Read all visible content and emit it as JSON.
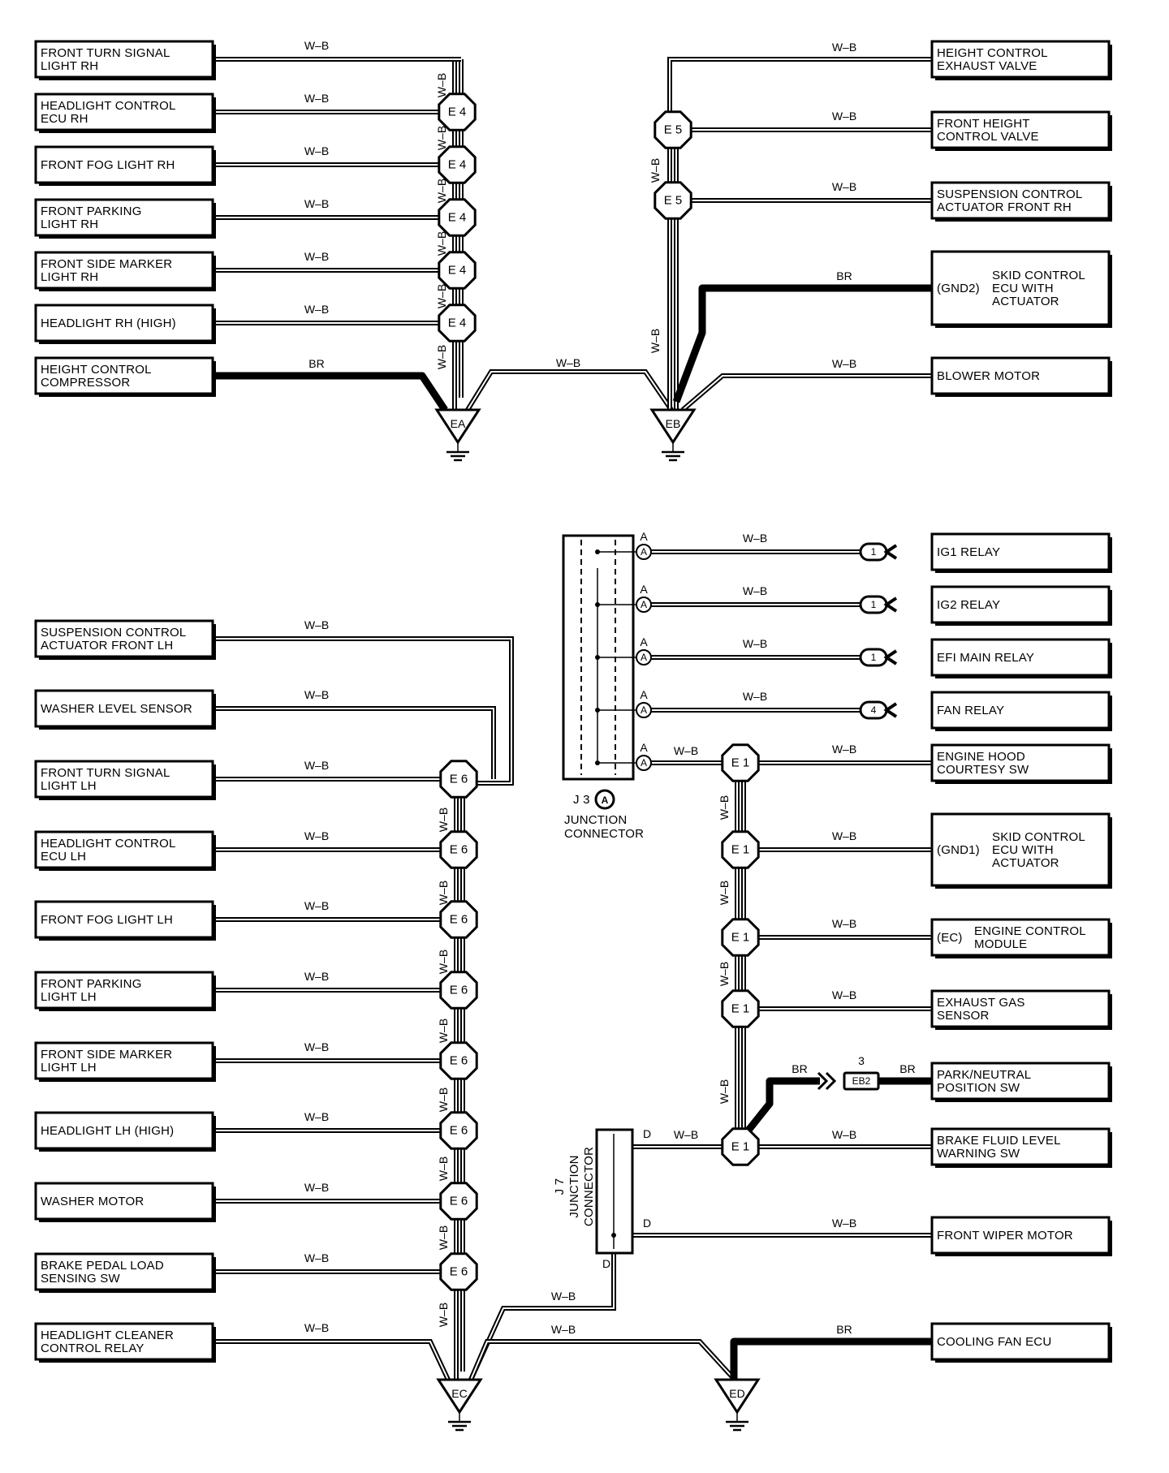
{
  "wire_color": "W–B",
  "wire_color_brown": "BR",
  "upper_left": {
    "components": [
      [
        "FRONT TURN SIGNAL",
        "LIGHT RH"
      ],
      [
        "HEADLIGHT CONTROL",
        "ECU RH"
      ],
      [
        "FRONT FOG LIGHT RH"
      ],
      [
        "FRONT PARKING",
        "LIGHT RH"
      ],
      [
        "FRONT SIDE MARKER",
        "LIGHT RH"
      ],
      [
        "HEADLIGHT RH (HIGH)"
      ],
      [
        "HEIGHT CONTROL",
        "COMPRESSOR"
      ]
    ],
    "splice": "E 4",
    "ground": "EA"
  },
  "upper_right": {
    "components": [
      [
        "HEIGHT CONTROL",
        "EXHAUST VALVE"
      ],
      [
        "FRONT HEIGHT",
        "CONTROL VALVE"
      ],
      [
        "SUSPENSION CONTROL",
        "ACTUATOR FRONT RH"
      ],
      [
        "SKID CONTROL",
        "ECU WITH",
        "ACTUATOR"
      ],
      [
        "BLOWER MOTOR"
      ]
    ],
    "skid_pin": "(GND2)",
    "splice": "E 5",
    "ground": "EB"
  },
  "lower_left": {
    "components": [
      [
        "SUSPENSION CONTROL",
        "ACTUATOR FRONT LH"
      ],
      [
        "WASHER LEVEL SENSOR"
      ],
      [
        "FRONT TURN SIGNAL",
        "LIGHT LH"
      ],
      [
        "HEADLIGHT CONTROL",
        "ECU LH"
      ],
      [
        "FRONT FOG LIGHT LH"
      ],
      [
        "FRONT PARKING",
        "LIGHT LH"
      ],
      [
        "FRONT SIDE MARKER",
        "LIGHT LH"
      ],
      [
        "HEADLIGHT LH (HIGH)"
      ],
      [
        "WASHER MOTOR"
      ],
      [
        "BRAKE PEDAL LOAD",
        "SENSING SW"
      ],
      [
        "HEADLIGHT CLEANER",
        "CONTROL RELAY"
      ]
    ],
    "splice": "E 6",
    "ground": "EC"
  },
  "lower_right": {
    "relays": [
      {
        "name": "IG1 RELAY",
        "pin": "1"
      },
      {
        "name": "IG2 RELAY",
        "pin": "1"
      },
      {
        "name": "EFI MAIN RELAY",
        "pin": "1"
      },
      {
        "name": "FAN RELAY",
        "pin": "4"
      }
    ],
    "components": [
      [
        "ENGINE HOOD",
        "COURTESY SW"
      ],
      [
        "SKID CONTROL",
        "ECU WITH",
        "ACTUATOR"
      ],
      [
        "ENGINE CONTROL",
        "MODULE"
      ],
      [
        "EXHAUST GAS",
        "SENSOR"
      ],
      [
        "PARK/NEUTRAL",
        "POSITION SW"
      ],
      [
        "BRAKE FLUID LEVEL",
        "WARNING SW"
      ],
      [
        "FRONT WIPER MOTOR"
      ],
      [
        "COOLING FAN ECU"
      ]
    ],
    "skid_pin": "(GND1)",
    "ecm_pin": "(EC)",
    "splice": "E 1",
    "connector_eb2": "EB2",
    "connector_eb2_pin": "3",
    "pin_a": "A",
    "pin_d": "D",
    "j3_id": "J 3",
    "j3_letter": "A",
    "j3_label": [
      "JUNCTION",
      "CONNECTOR"
    ],
    "j7_label": [
      "J 7",
      "JUNCTION",
      "CONNECTOR"
    ],
    "ground": "ED"
  }
}
